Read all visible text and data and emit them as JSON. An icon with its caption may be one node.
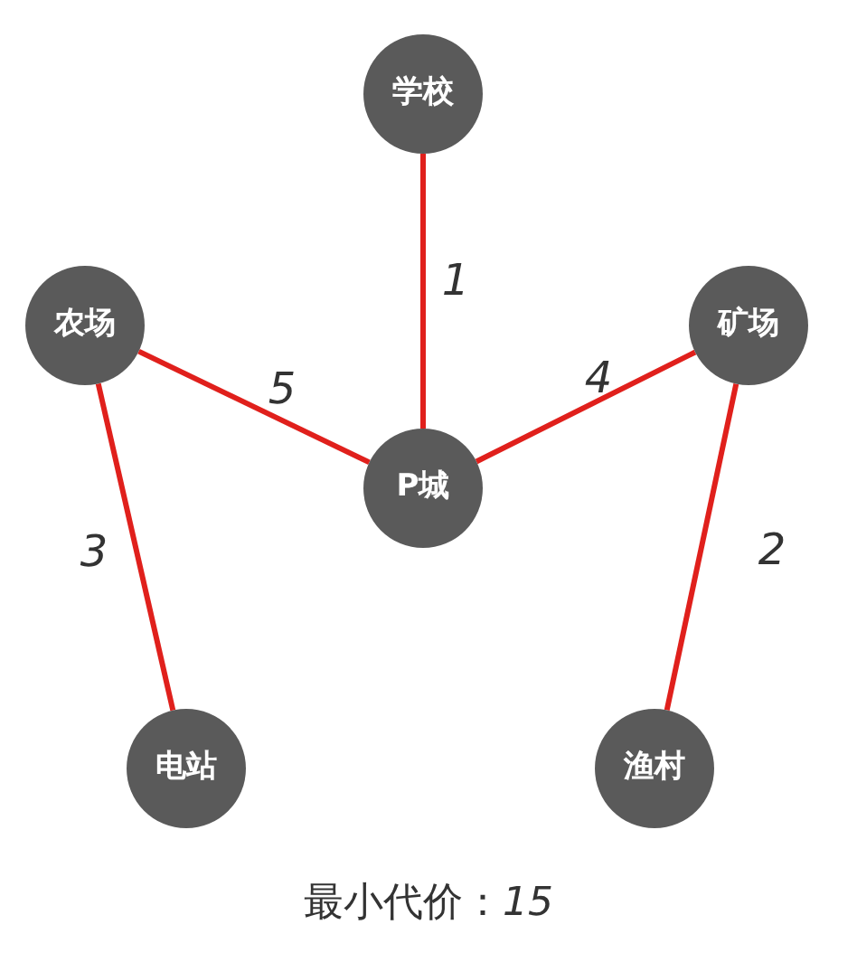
{
  "diagram": {
    "caption": "最小代价：*15*",
    "nodes": [
      {
        "text": [
          "学校"
        ]
      },
      {
        "text": [
          "农场"
        ]
      },
      {
        "text": [
          "P城"
        ]
      },
      {
        "text": [
          "矿场"
        ]
      },
      {
        "text": [
          "电站"
        ]
      },
      {
        "text": [
          "渔村"
        ]
      }
    ],
    "edges": [
      {
        "from": 0,
        "to": 2,
        "arrow": "none",
        "label": "1"
      },
      {
        "from": 1,
        "to": 2,
        "arrow": "none",
        "label": "5"
      },
      {
        "from": 2,
        "to": 3,
        "arrow": "none",
        "label": "4"
      },
      {
        "from": 1,
        "to": 4,
        "arrow": "none",
        "label": "3"
      },
      {
        "from": 3,
        "to": 5,
        "arrow": "none",
        "label": "2"
      }
    ]
  }
}
